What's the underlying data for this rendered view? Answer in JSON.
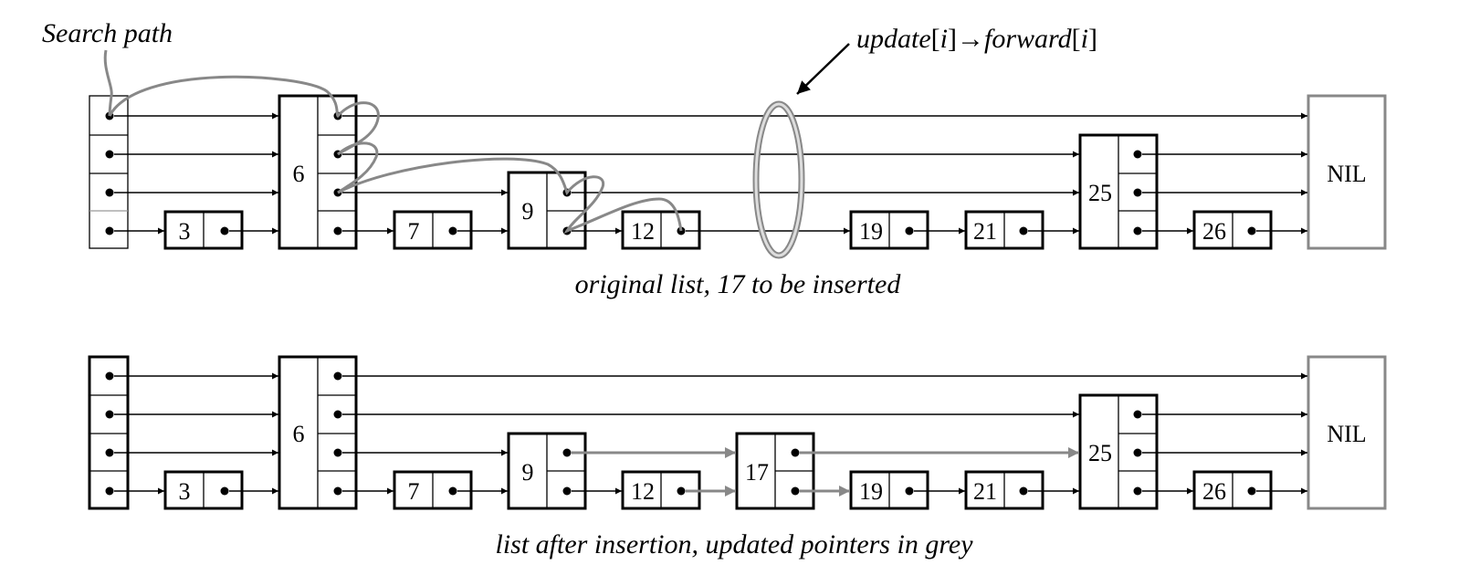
{
  "labels": {
    "search_path": "Search path",
    "update_forward": "update[i]→forward[i]",
    "update_word": "update",
    "forward_word": "forward",
    "index_var": "i",
    "arrow_glyph": "→",
    "caption_top": "original list, 17 to be inserted",
    "caption_bottom": "list after insertion, updated pointers in grey"
  },
  "colors": {
    "ink": "#000000",
    "updated_pointer": "#888888",
    "nil_border": "#888888"
  },
  "original_list": {
    "header_levels": 4,
    "nodes": [
      {
        "key": "3",
        "levels": 1
      },
      {
        "key": "6",
        "levels": 4
      },
      {
        "key": "7",
        "levels": 1
      },
      {
        "key": "9",
        "levels": 2
      },
      {
        "key": "12",
        "levels": 1
      },
      {
        "key": "19",
        "levels": 1
      },
      {
        "key": "21",
        "levels": 1
      },
      {
        "key": "25",
        "levels": 3
      },
      {
        "key": "26",
        "levels": 1
      }
    ],
    "terminal": "NIL"
  },
  "updated_list": {
    "header_levels": 4,
    "nodes": [
      {
        "key": "3",
        "levels": 1
      },
      {
        "key": "6",
        "levels": 4
      },
      {
        "key": "7",
        "levels": 1
      },
      {
        "key": "9",
        "levels": 2
      },
      {
        "key": "12",
        "levels": 1
      },
      {
        "key": "17",
        "levels": 2
      },
      {
        "key": "19",
        "levels": 1
      },
      {
        "key": "21",
        "levels": 1
      },
      {
        "key": "25",
        "levels": 3
      },
      {
        "key": "26",
        "levels": 1
      }
    ],
    "terminal": "NIL"
  }
}
